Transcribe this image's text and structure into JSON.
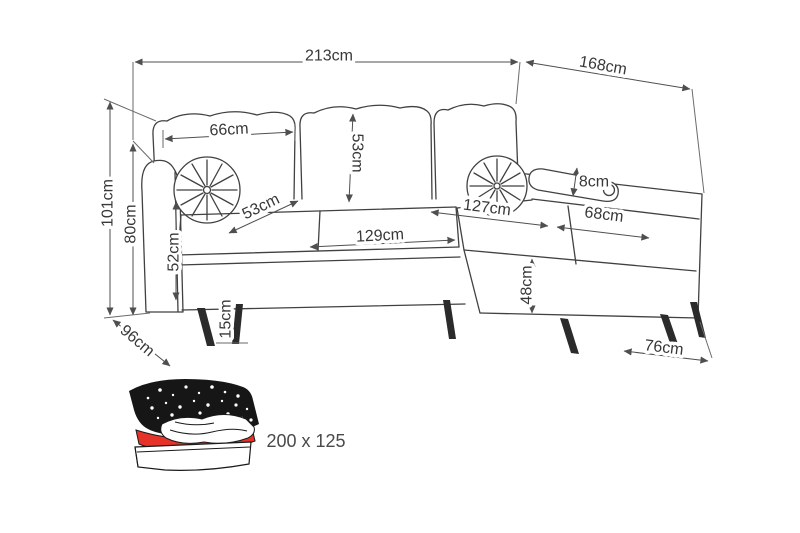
{
  "page": {
    "background": "#ffffff"
  },
  "measurements": {
    "overall_width": "213cm",
    "overall_depth_right": "168cm",
    "overall_height": "101cm",
    "backrest_height": "80cm",
    "armrest_height": "52cm",
    "back_cushion_width": "66cm",
    "back_cushion_height": "53cm",
    "seat_cushion_depth": "53cm",
    "seat_width": "129cm",
    "chaise_length": "127cm",
    "chaise_armrest_length": "68cm",
    "bolster_diameter": "8cm",
    "chaise_seat_height": "48cm",
    "leg_height": "15cm",
    "left_side_depth": "96cm",
    "chaise_front_depth": "76cm"
  },
  "sleeping_area": {
    "label": "200 x 125"
  },
  "colors": {
    "line": "#4f4f4f",
    "text": "#383838",
    "mattress_red": "#e63329",
    "cover_black": "#161616",
    "leg_black": "#2b2b2b"
  },
  "icons": {
    "bed_icon": "sofa-bed-fold-out-icon"
  }
}
